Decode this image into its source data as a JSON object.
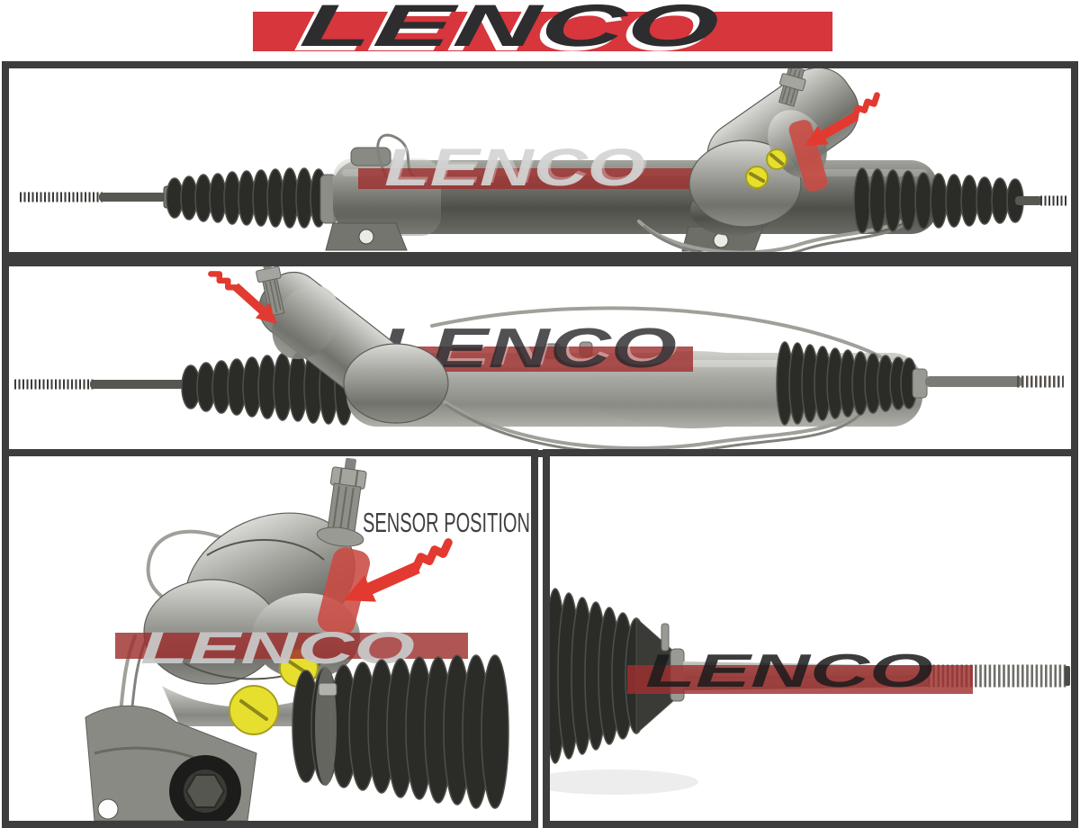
{
  "brand": {
    "logo_text": "LENCO"
  },
  "watermark": {
    "text": "LENCO"
  },
  "annotations": {
    "sensor_position_label": "SENSOR POSITION"
  },
  "icons": {
    "sensor_arrow": "red-zigzag-arrow",
    "sensor_highlight": "red-patch"
  },
  "colors": {
    "background": "#ffffff",
    "panel_border": "#3d3d3d",
    "logo_red": "#d6363c",
    "logo_text_color": "#2d2d2f",
    "arrow_red": "#e23a30",
    "sensor_highlight_red": "#cb4a42",
    "watermark_band_red": "#9e302e",
    "cap_yellow": "#e6df2e"
  }
}
